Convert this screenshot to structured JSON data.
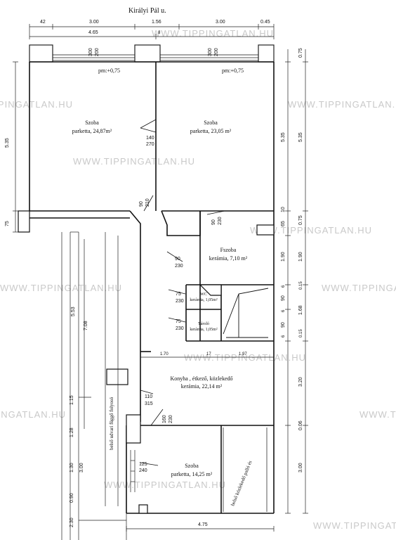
{
  "street_name": "Királyi Pál u.",
  "top_dims": [
    "42",
    "3.00",
    "1.56",
    "3.00",
    "0.45"
  ],
  "top_total": "4.65",
  "top_small": "8",
  "right_dims": [
    "0.75",
    "5.35",
    "5.35",
    "10",
    "0.75",
    "65",
    "1.90",
    "1.90",
    "6",
    "0.15",
    "90",
    "1.68",
    "6",
    "90",
    "0.15",
    "6",
    "3.20",
    "0.06",
    "3.00"
  ],
  "left_dims": [
    "5.35",
    "75",
    "5.53",
    "7.08",
    "1.15",
    "1.28",
    "3.00",
    "1.30",
    "0.90",
    "2.30"
  ],
  "bottom_dim": "4.75",
  "window_labels": [
    [
      "300",
      "200"
    ],
    [
      "300",
      "200"
    ]
  ],
  "floor_levels": [
    "pm:+0,75",
    "pm:+0,75"
  ],
  "rooms": [
    {
      "name": "Szoba",
      "detail": "parketta, 24,87m²"
    },
    {
      "name": "Szoba",
      "detail": "parketta, 23,05 m²"
    },
    {
      "name": "Fszoba",
      "detail": "kerámia, 7,10 m²"
    },
    {
      "name": "WC",
      "detail": "kerámia, 1,05m²"
    },
    {
      "name": "Tároló",
      "detail": "kerámia, 1,05m²"
    },
    {
      "name": "Konyha , étkező, közlekedő",
      "detail": "kerámia, 22,14 m²"
    },
    {
      "name": "Szoba",
      "detail": "parketta, 14,25 m²"
    }
  ],
  "doors": [
    [
      "140",
      "270"
    ],
    [
      "90",
      "210"
    ],
    [
      "90",
      "230"
    ],
    [
      "90",
      "230"
    ],
    [
      "75",
      "230"
    ],
    [
      "75",
      "230"
    ],
    [
      "110",
      "315"
    ],
    [
      "160",
      "230"
    ],
    [
      "125",
      "240"
    ]
  ],
  "inner_dims": [
    "1.70",
    "17",
    "1.97"
  ],
  "corridor_label": "belső udvari függő folyosó",
  "shaft_label": "belső közlekedő palló és",
  "watermark": "WWW.TIPPINGATLAN.HU"
}
